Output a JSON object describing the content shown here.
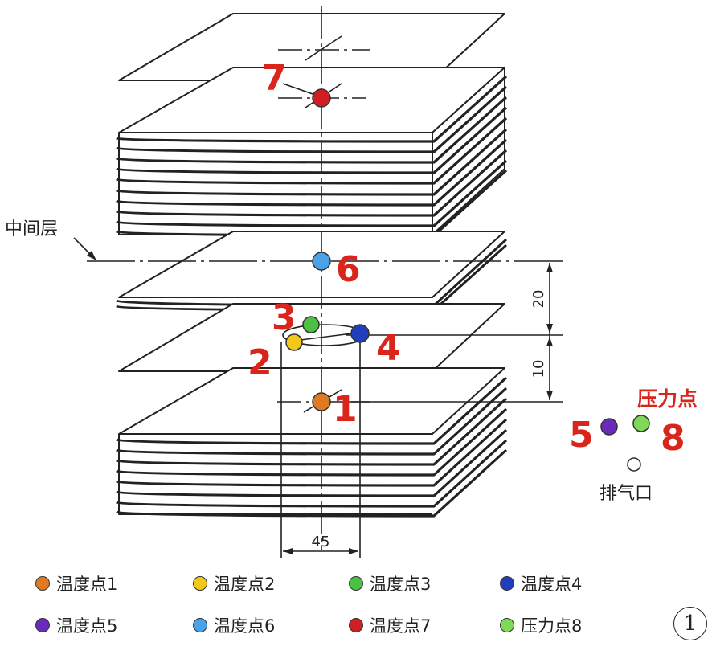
{
  "labels": {
    "middle_layer": "中间层",
    "pressure_points": "压力点",
    "vent": "排气口",
    "dim_20": "20",
    "dim_10": "10",
    "dim_45": "45",
    "figure_number": "1"
  },
  "points": [
    {
      "id": "1",
      "label": "1",
      "color": "#e07a22"
    },
    {
      "id": "2",
      "label": "2",
      "color": "#f2c81a"
    },
    {
      "id": "3",
      "label": "3",
      "color": "#4cc043"
    },
    {
      "id": "4",
      "label": "4",
      "color": "#1f3fbf"
    },
    {
      "id": "5",
      "label": "5",
      "color": "#6a2bbd"
    },
    {
      "id": "6",
      "label": "6",
      "color": "#4aa3e8"
    },
    {
      "id": "7",
      "label": "7",
      "color": "#d01e25"
    },
    {
      "id": "8",
      "label": "8",
      "color": "#7ed957"
    }
  ],
  "legend": [
    {
      "text": "温度点1",
      "color": "#e07a22"
    },
    {
      "text": "温度点2",
      "color": "#f2c81a"
    },
    {
      "text": "温度点3",
      "color": "#4cc043"
    },
    {
      "text": "温度点4",
      "color": "#1f3fbf"
    },
    {
      "text": "温度点5",
      "color": "#6a2bbd"
    },
    {
      "text": "温度点6",
      "color": "#4aa3e8"
    },
    {
      "text": "温度点7",
      "color": "#d01e25"
    },
    {
      "text": "压力点8",
      "color": "#7ed957"
    }
  ]
}
